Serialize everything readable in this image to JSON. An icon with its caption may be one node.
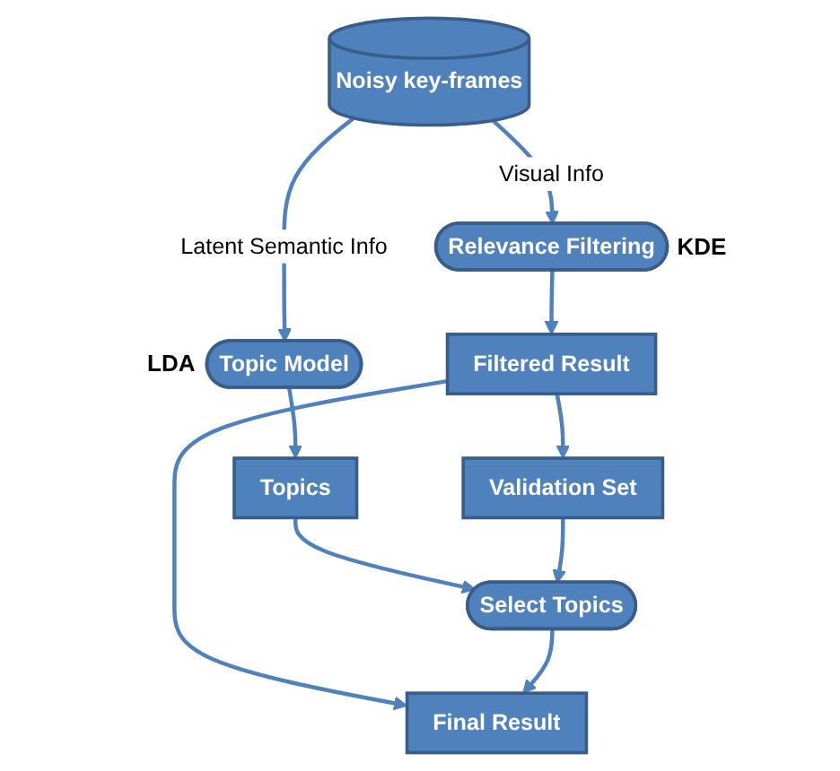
{
  "diagram": {
    "nodes": [
      {
        "text": [
          "Noisy key-frames"
        ]
      },
      {
        "text": [
          "Relevance Filtering"
        ],
        "beside": [
          "KDE"
        ]
      },
      {
        "text": [
          "Topic Model"
        ],
        "beside": [
          "LDA"
        ]
      },
      {
        "text": [
          "Filtered Result"
        ]
      },
      {
        "text": [
          "Topics"
        ]
      },
      {
        "text": [
          "Validation Set"
        ]
      },
      {
        "text": [
          "Select Topics"
        ]
      },
      {
        "text": [
          "Final Result"
        ]
      }
    ],
    "edges": [
      {
        "from": 0,
        "to": 1,
        "arrow": "to",
        "label": "Visual Info"
      },
      {
        "from": 0,
        "to": 2,
        "arrow": "to",
        "label": "Latent Semantic Info"
      },
      {
        "from": 1,
        "to": 3,
        "arrow": "to"
      },
      {
        "from": 2,
        "to": 4,
        "arrow": "to"
      },
      {
        "from": 3,
        "to": 5,
        "arrow": "to"
      },
      {
        "from": 4,
        "to": 6,
        "arrow": "to"
      },
      {
        "from": 5,
        "to": 6,
        "arrow": "to"
      },
      {
        "from": 3,
        "to": 7,
        "arrow": "to"
      },
      {
        "from": 6,
        "to": 7,
        "arrow": "to"
      }
    ]
  }
}
